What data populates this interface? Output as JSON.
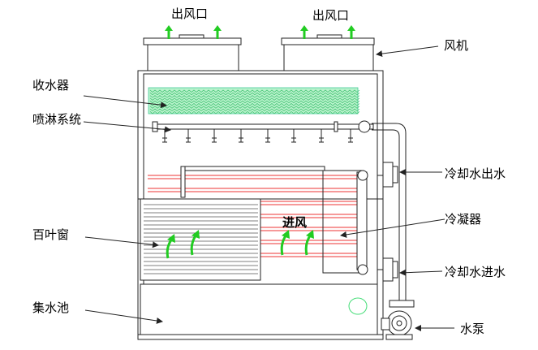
{
  "labels": {
    "outlet_left": "出风口",
    "outlet_right": "出风口",
    "fan": "风机",
    "eliminator": "收水器",
    "spray": "喷淋系统",
    "water_out": "冷却水出水",
    "louver": "百叶窗",
    "air_in": "进风",
    "condenser": "冷凝器",
    "water_in": "冷却水进水",
    "basin": "集水池",
    "pump": "水泵"
  },
  "colors": {
    "line": "#222222",
    "accent_green": "#22cc22",
    "coil_red": "#ee3333",
    "mist_green": "#44dd77",
    "eliminator_fill": "#b8f2cc"
  }
}
